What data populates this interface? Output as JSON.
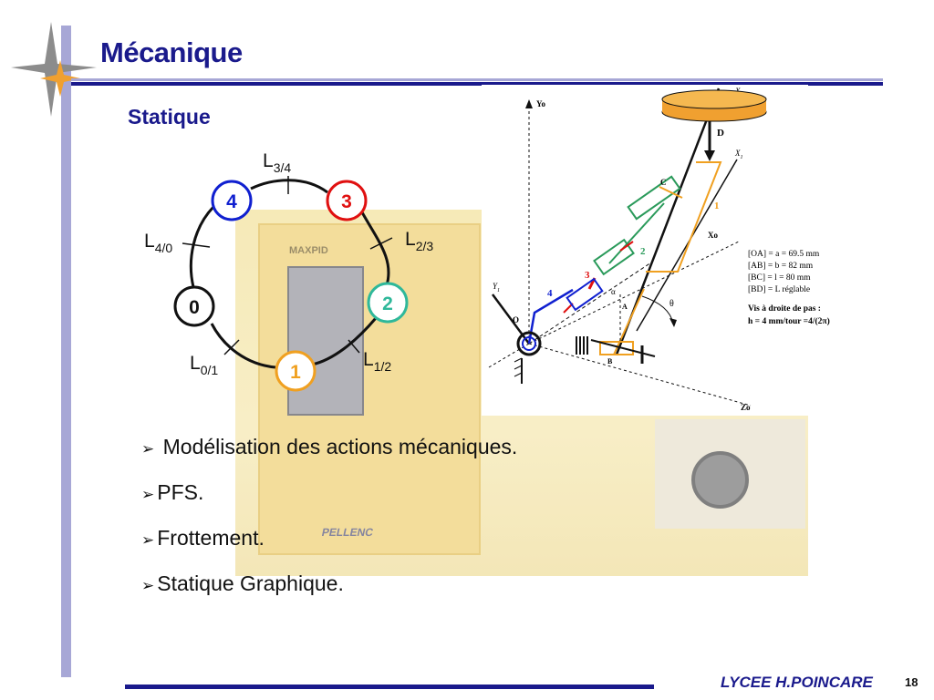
{
  "slide": {
    "title": "Mécanique",
    "subtitle": "Statique",
    "page_number": "18",
    "school": "LYCEE H.POINCARE"
  },
  "graph": {
    "nodes": [
      {
        "id": "0",
        "color": "#111111"
      },
      {
        "id": "1",
        "color": "#f0a020"
      },
      {
        "id": "2",
        "color": "#2fb89a"
      },
      {
        "id": "3",
        "color": "#e01010"
      },
      {
        "id": "4",
        "color": "#1020d0"
      }
    ],
    "links": [
      {
        "main": "L",
        "sub": "3/4"
      },
      {
        "main": "L",
        "sub": "4/0"
      },
      {
        "main": "L",
        "sub": "2/3"
      },
      {
        "main": "L",
        "sub": "0/1"
      },
      {
        "main": "L",
        "sub": "1/2"
      }
    ]
  },
  "photo": {
    "brand_top": "MAXPID",
    "brand_bottom": "PELLENC"
  },
  "mechanism": {
    "axes": {
      "yo": "Yo",
      "xo": "Xo",
      "zo": "Zo",
      "x1": "X",
      "x1_sub": "1",
      "x2": "X",
      "x2_sub": "2",
      "y1": "Y",
      "y1_sub": "1"
    },
    "points": {
      "o": "O",
      "a": "A",
      "b": "B",
      "c": "C",
      "d": "D"
    },
    "angles": {
      "theta": "θ",
      "alpha": "α"
    },
    "solid_labels": {
      "s1": "1",
      "s2": "2",
      "s3": "3",
      "s4": "4"
    },
    "dimensions": [
      "[OA] = a = 69.5 mm",
      "[AB] = b = 82 mm",
      "[BC] = l = 80 mm",
      "[BD] = L  réglable"
    ],
    "screw_title": "Vis à droite de pas :",
    "screw_value": "h = 4 mm/tour =4/(2π)"
  },
  "bullets": [
    "Modélisation des actions mécaniques.",
    "PFS.",
    "Frottement.",
    "Statique Graphique."
  ],
  "bullet_marker": "➢"
}
